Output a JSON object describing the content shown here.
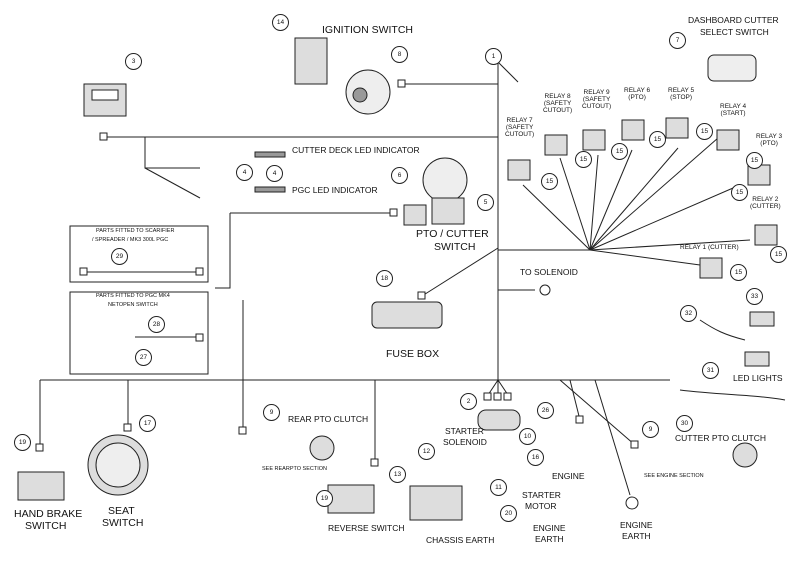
{
  "labels": {
    "ignition_switch": "IGNITION SWITCH",
    "dashboard_cutter": "DASHBOARD CUTTER",
    "select_switch": "SELECT SWITCH",
    "cutter_deck_led": "CUTTER DECK LED INDICATOR",
    "pgc_led": "PGC LED INDICATOR",
    "pto_cutter_1": "PTO / CUTTER",
    "pto_cutter_2": "SWITCH",
    "parts_scarifier_1": "PARTS FITTED TO SCARIFIER",
    "parts_scarifier_2": "/ SPREADER / MK3 300L PGC",
    "parts_pgc_1": "PARTS FITTED TO PGC MK4",
    "parts_pgc_2": "NETOPEN SWITCH",
    "fuse_box": "FUSE BOX",
    "to_solenoid": "TO SOLENOID",
    "relay7": "RELAY 7\n(SAFETY\nCUTOUT)",
    "relay8": "RELAY 8\n(SAFETY\nCUTOUT)",
    "relay9": "RELAY 9\n(SAFETY\nCUTOUT)",
    "relay6": "RELAY 6\n(PTO)",
    "relay5": "RELAY 5\n(STOP)",
    "relay4": "RELAY 4\n(START)",
    "relay3": "RELAY 3\n(PTO)",
    "relay2": "RELAY 2\n(CUTTER)",
    "relay1": "RELAY 1 (CUTTER)",
    "led_lights": "LED LIGHTS",
    "rear_pto_clutch": "REAR PTO CLUTCH",
    "see_rear_pto": "SEE REARPTO SECTION",
    "starter_solenoid_1": "STARTER",
    "starter_solenoid_2": "SOLENOID",
    "engine": "ENGINE",
    "cutter_pto_clutch": "CUTTER PTO CLUTCH",
    "see_engine": "SEE ENGINE SECTION",
    "starter_motor_1": "STARTER",
    "starter_motor_2": "MOTOR",
    "hand_brake_1": "HAND BRAKE",
    "hand_brake_2": "SWITCH",
    "seat_1": "SEAT",
    "seat_2": "SWITCH",
    "reverse_switch": "REVERSE SWITCH",
    "chassis_earth": "CHASSIS EARTH",
    "engine_earth_a1": "ENGINE",
    "engine_earth_a2": "EARTH",
    "engine_earth_b1": "ENGINE",
    "engine_earth_b2": "EARTH"
  },
  "callouts": [
    "1",
    "2",
    "3",
    "4",
    "4",
    "6",
    "5",
    "7",
    "8",
    "9",
    "9",
    "10",
    "11",
    "12",
    "13",
    "14",
    "15",
    "15",
    "15",
    "15",
    "15",
    "15",
    "15",
    "15",
    "15",
    "16",
    "17",
    "18",
    "19",
    "19",
    "20",
    "26",
    "27",
    "28",
    "29",
    "30",
    "31",
    "32",
    "33"
  ]
}
